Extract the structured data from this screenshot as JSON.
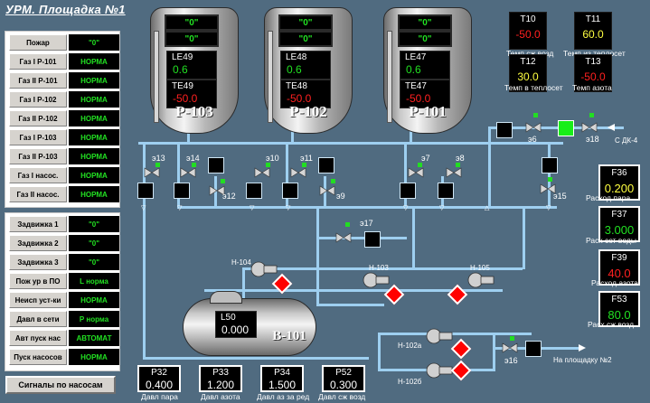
{
  "title": "УРМ. Площадка №1",
  "left_panel": {
    "rows": [
      {
        "label": "Пожар",
        "value": "\"0\""
      },
      {
        "label": "Газ I Р-101",
        "value": "НОРМА"
      },
      {
        "label": "Газ II Р-101",
        "value": "НОРМА"
      },
      {
        "label": "Газ I Р-102",
        "value": "НОРМА"
      },
      {
        "label": "Газ II Р-102",
        "value": "НОРМА"
      },
      {
        "label": "Газ I Р-103",
        "value": "НОРМА"
      },
      {
        "label": "Газ II Р-103",
        "value": "НОРМА"
      },
      {
        "label": "Газ I насос.",
        "value": "НОРМА"
      },
      {
        "label": "Газ II насос.",
        "value": "НОРМА"
      }
    ],
    "rows2": [
      {
        "label": "Задвижка 1",
        "value": "\"0\""
      },
      {
        "label": "Задвижка 2",
        "value": "\"0\""
      },
      {
        "label": "Задвижка 3",
        "value": "\"0\""
      },
      {
        "label": "Пож ур в ПО",
        "value": "L норма"
      },
      {
        "label": "Неисп уст-ки",
        "value": "НОРМА"
      },
      {
        "label": "Давл в сети",
        "value": "Р норма"
      },
      {
        "label": "Авт пуск нас",
        "value": "АВТОМАТ"
      },
      {
        "label": "Пуск насосов",
        "value": "НОРМА"
      }
    ],
    "button": "Сигналы по насосам"
  },
  "tanks": [
    {
      "name": "Р-103",
      "top1": "\"0\"",
      "top2": "\"0\"",
      "le_name": "LE49",
      "le_val": "0.6",
      "te_name": "TE49",
      "te_val": "-50.0"
    },
    {
      "name": "Р-102",
      "top1": "\"0\"",
      "top2": "\"0\"",
      "le_name": "LE48",
      "le_val": "0.6",
      "te_name": "TE48",
      "te_val": "-50.0"
    },
    {
      "name": "Р-101",
      "top1": "\"0\"",
      "top2": "\"0\"",
      "le_name": "LE47",
      "le_val": "0.6",
      "te_name": "TE47",
      "te_val": "-50.0"
    }
  ],
  "temps": [
    {
      "name": "T10",
      "value": "-50.0",
      "caption": "Темп сж возд",
      "color": "#ff2020"
    },
    {
      "name": "T11",
      "value": "60.0",
      "caption": "Темп из теплосет",
      "color": "#ffff40"
    },
    {
      "name": "T12",
      "value": "30.0",
      "caption": "Темп в теплосет",
      "color": "#ffff40"
    },
    {
      "name": "T13",
      "value": "-50.0",
      "caption": "Темп азота",
      "color": "#ff2020"
    }
  ],
  "flows": [
    {
      "name": "F36",
      "value": "0.200",
      "caption": "Расход пара",
      "color": "#ffff40"
    },
    {
      "name": "F37",
      "value": "3.000",
      "caption": "Расх сет воды",
      "color": "#22e022"
    },
    {
      "name": "F39",
      "value": "40.0",
      "caption": "Расход азота",
      "color": "#ff2020"
    },
    {
      "name": "F53",
      "value": "80.0",
      "caption": "Расх сж возд",
      "color": "#22e022"
    }
  ],
  "pressures": [
    {
      "name": "P32",
      "value": "0.400",
      "caption": "Давл пара"
    },
    {
      "name": "P33",
      "value": "1.200",
      "caption": "Давл азота"
    },
    {
      "name": "P34",
      "value": "1.500",
      "caption": "Давл аз за ред"
    },
    {
      "name": "P52",
      "value": "0.300",
      "caption": "Давл сж возд"
    }
  ],
  "vessel": {
    "name": "В-101",
    "level_name": "L50",
    "level_value": "0.000"
  },
  "valves": [
    "э13",
    "э14",
    "э12",
    "э10",
    "э11",
    "э9",
    "э7",
    "э8",
    "э6",
    "э18",
    "э15",
    "э17",
    "э16"
  ],
  "pumps": [
    "Н-104",
    "Н-103",
    "Н-105",
    "Н-102а",
    "Н-102б"
  ],
  "labels": {
    "dk4": "С ДК-4",
    "site2": "На площадку №2"
  },
  "colors": {
    "pipe": "#9ecff0",
    "alarm": "#ff0000",
    "ok": "#22e022",
    "background": "#506b80"
  }
}
